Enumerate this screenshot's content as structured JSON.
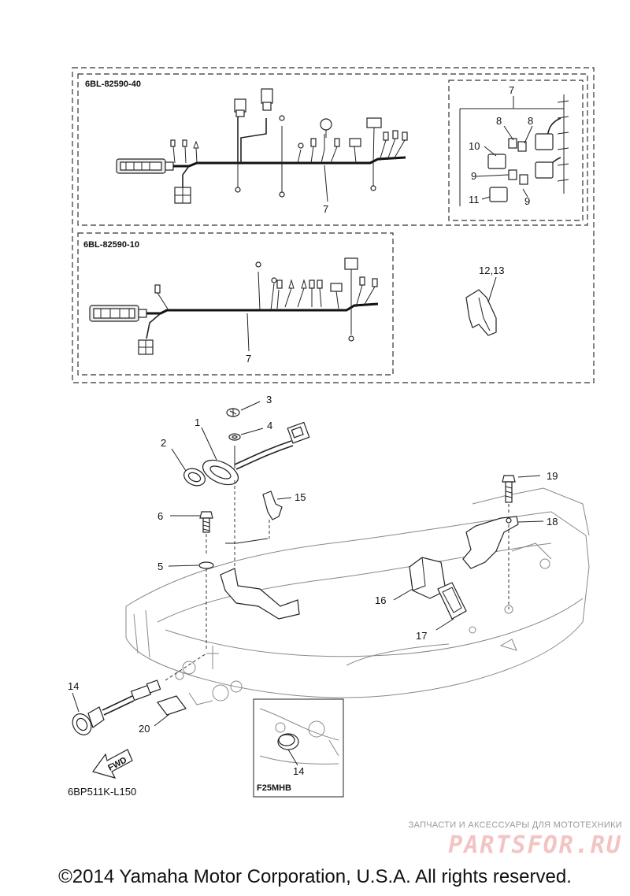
{
  "diagram": {
    "boxes": {
      "upper_assembly_code": "6BL-82590-40",
      "lower_assembly_code": "6BL-82590-10",
      "inset_model_code": "F25MHB"
    },
    "callouts": {
      "p1": "1",
      "p2": "2",
      "p3": "3",
      "p4": "4",
      "p5": "5",
      "p6": "6",
      "p7_upper": "7",
      "p7_lower": "7",
      "p7_inset": "7",
      "p8a": "8",
      "p8b": "8",
      "p9a": "9",
      "p9b": "9",
      "p10": "10",
      "p11": "11",
      "p12_13": "12,13",
      "p14": "14",
      "p14_inset": "14",
      "p15": "15",
      "p16": "16",
      "p17": "17",
      "p18": "18",
      "p19": "19",
      "p20": "20"
    },
    "fwd_arrow_text": "FWD",
    "drawing_code": "6BP511K-L150"
  },
  "watermark": {
    "tagline": "ЗАПЧАСТИ И АКСЕССУАРЫ ДЛЯ МОТОТЕХНИКИ",
    "logo": "PARTSFOR.RU"
  },
  "footer": {
    "copyright": "©2014 Yamaha Motor Corporation, U.S.A. All rights reserved."
  },
  "colors": {
    "line": "#222222",
    "watermark_logo": "#f3c4c4",
    "watermark_text": "#9a9a9a"
  }
}
